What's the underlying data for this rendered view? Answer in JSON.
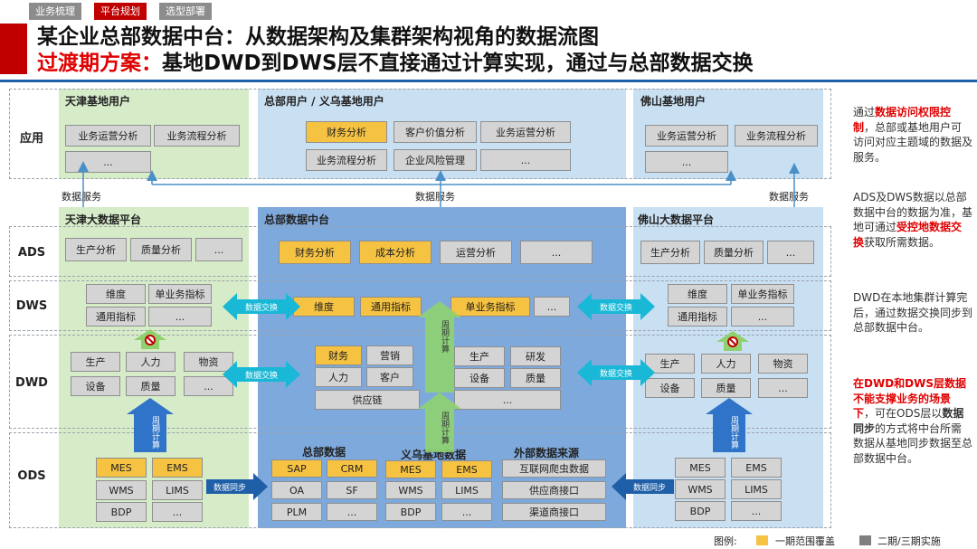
{
  "nav": {
    "tabs": [
      "业务梳理",
      "平台规划",
      "选型部署"
    ]
  },
  "header": {
    "title": "某企业总部数据中台：从数据架构及集群架构视角的数据流图",
    "subtitle_red": "过渡期方案：",
    "subtitle_rest": "基地DWD到DWS层不直接通过计算实现，通过与总部数据交换"
  },
  "rows": {
    "app": "应用",
    "ads": "ADS",
    "dws": "DWS",
    "dwd": "DWD",
    "ods": "ODS"
  },
  "tianjin": {
    "app_title": "天津基地用户",
    "app_items": [
      "业务运营分析",
      "业务流程分析",
      "..."
    ],
    "platform_title": "天津大数据平台",
    "ads": [
      "生产分析",
      "质量分析",
      "..."
    ],
    "dws": [
      "维度",
      "单业务指标",
      "通用指标",
      "..."
    ],
    "dwd": [
      "生产",
      "人力",
      "物资",
      "设备",
      "质量",
      "..."
    ],
    "ods_yellow": [
      "MES",
      "EMS"
    ],
    "ods": [
      "WMS",
      "LIMS",
      "BDP",
      "..."
    ],
    "calc_label": "周期计算"
  },
  "hq": {
    "app_title": "总部用户 / 义乌基地用户",
    "app_yellow": "财务分析",
    "app_items": [
      "客户价值分析",
      "业务运营分析",
      "业务流程分析",
      "企业风险管理",
      "..."
    ],
    "platform_title": "总部数据中台",
    "ads_yellow": [
      "财务分析",
      "成本分析"
    ],
    "ads": [
      "运营分析",
      "..."
    ],
    "dws_yellow": [
      "维度",
      "通用指标",
      "单业务指标"
    ],
    "dws_more": "...",
    "dwd_yellow": "财务",
    "dwd_a": [
      "营销",
      "人力",
      "客户",
      "供应链"
    ],
    "dwd_b": [
      "生产",
      "研发",
      "设备",
      "质量",
      "..."
    ],
    "calc_dws": "周期计算",
    "calc_dwd": "周期计算",
    "ods_hq_title": "总部数据",
    "ods_hq_yellow": [
      "SAP",
      "CRM"
    ],
    "ods_hq": [
      "OA",
      "SF",
      "PLM",
      "..."
    ],
    "ods_yw_title": "义乌基地数据",
    "ods_yw_yellow": [
      "MES",
      "EMS"
    ],
    "ods_yw": [
      "WMS",
      "LIMS",
      "BDP",
      "..."
    ],
    "ods_ext_title": "外部数据来源",
    "ods_ext": [
      "互联网爬虫数据",
      "供应商接口",
      "渠道商接口"
    ]
  },
  "foshan": {
    "app_title": "佛山基地用户",
    "app_items": [
      "业务运营分析",
      "业务流程分析",
      "..."
    ],
    "platform_title": "佛山大数据平台",
    "ads": [
      "生产分析",
      "质量分析",
      "..."
    ],
    "dws": [
      "维度",
      "单业务指标",
      "通用指标",
      "..."
    ],
    "dwd": [
      "生产",
      "人力",
      "物资",
      "设备",
      "质量",
      "..."
    ],
    "ods": [
      "MES",
      "EMS",
      "WMS",
      "LIMS",
      "BDP",
      "..."
    ],
    "calc_label": "周期计算"
  },
  "flow": {
    "data_service": "数据服务",
    "data_exchange": "数据交换",
    "data_sync": "数据同步"
  },
  "side_notes": {
    "n1a": "通过",
    "n1b": "数据访问权限控制",
    "n1c": "，总部或基地用户可访问对应主题域的数据及服务。",
    "n2a": "ADS及DWS数据以总部数据中台的数据为准，基地可通过",
    "n2b": "受控地数据交换",
    "n2c": "获取所需数据。",
    "n3": "DWD在本地集群计算完后，通过数据交换同步到总部数据中台。",
    "n4a": "在DWD和DWS层数据不能支撑业务的场景下",
    "n4b": "，可在ODS层以",
    "n4c": "数据同步",
    "n4d": "的方式将中台所需数据从基地同步数据至总部数据中台。"
  },
  "legend": {
    "label": "图例:",
    "phase1": "一期范围覆盖",
    "phase23": "二期/三期实施"
  },
  "colors": {
    "red": "#c00000",
    "blue": "#1f5fa8",
    "yellow": "#f5c242",
    "grey": "#d4d4d4",
    "green_zone": "#d6ebc8",
    "blue_zone": "#7ea9dc",
    "light_blue_zone": "#c9dff2"
  }
}
